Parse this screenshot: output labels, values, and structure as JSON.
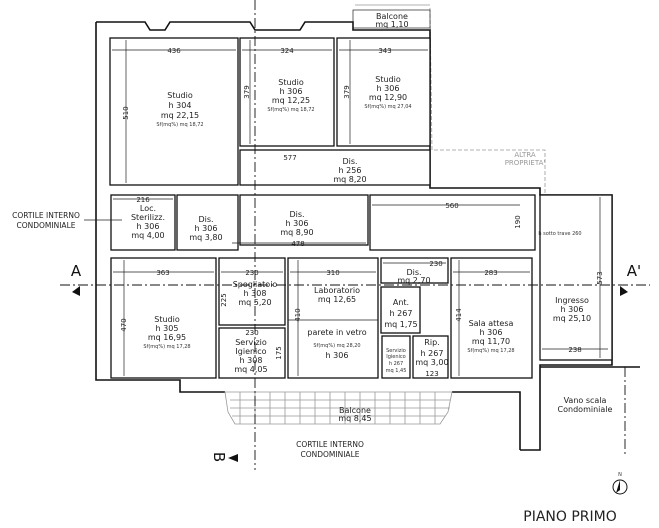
{
  "rooms": {
    "studio1": {
      "name": "Studio",
      "h": "h 304",
      "mq": "mq 22,15",
      "sf": "Sf(mq%) mq 18,72"
    },
    "studio2": {
      "name": "Studio",
      "h": "h 306",
      "mq": "mq 12,25",
      "sf": "Sf(mq%) mq 18,72"
    },
    "studio3": {
      "name": "Studio",
      "h": "h 306",
      "mq": "mq 12,90",
      "sf": "Sf(mq%) mq 27,04"
    },
    "balcone_top": {
      "name": "Balcone",
      "mq": "mq 1,10"
    },
    "dis_top": {
      "name": "Dis.",
      "h": "h 256",
      "mq": "mq 8,20"
    },
    "sterilizz": {
      "name1": "Loc.",
      "name2": "Sterilizz.",
      "h": "h 306",
      "mq": "mq 4,00"
    },
    "dis_a": {
      "name": "Dis.",
      "h": "h 306",
      "mq": "mq 3,80"
    },
    "dis_b": {
      "name": "Dis.",
      "h": "h 306",
      "mq": "mq 8,90"
    },
    "ingresso": {
      "name": "Ingresso",
      "h": "h 306",
      "mq": "mq 25,10",
      "trave": "h sotto trave 260"
    },
    "studio4": {
      "name": "Studio",
      "h": "h 305",
      "mq": "mq 16,95",
      "sf": "Sf(mq%) mq 17,28"
    },
    "spogliatoio": {
      "name": "Spogliatoio",
      "h": "h 308",
      "mq": "mq 5,20"
    },
    "servizio1": {
      "name1": "Servizio",
      "name2": "Igienico",
      "h": "h 308",
      "mq": "mq 4,05"
    },
    "laboratorio": {
      "name": "Laboratorio",
      "mq": "mq 12,65",
      "note": "parete in vetro",
      "sf": "Sf(mq%) mq 28,20",
      "h": "h 306"
    },
    "dis_c": {
      "name": "Dis.",
      "mq": "mq 2,70"
    },
    "ant": {
      "name": "Ant.",
      "h": "h 267",
      "mq": "mq 1,75"
    },
    "servizio2": {
      "name1": "Servizio",
      "name2": "Igienico",
      "h": "h 267",
      "mq": "mq 1,45"
    },
    "rip": {
      "name": "Rip.",
      "h": "h 267",
      "mq": "mq 3,00"
    },
    "sala_attesa": {
      "name": "Sala attesa",
      "h": "h 306",
      "mq": "mq 11,70",
      "sf": "Sf(mq%) mq 17,28"
    },
    "balcone_bottom": {
      "name": "Balcone",
      "mq": "mq 8,45"
    },
    "vano_scala": {
      "name1": "Vano scala",
      "name2": "Condominiale"
    }
  },
  "labels": {
    "cortile_left_1": "CORTILE INTERNO",
    "cortile_left_2": "CONDOMINIALE",
    "cortile_bottom_1": "CORTILE INTERNO",
    "cortile_bottom_2": "CONDOMINIALE",
    "altra_1": "ALTRA",
    "altra_2": "PROPRIETA'",
    "section_a": "A",
    "section_a2": "A'",
    "section_b": "B",
    "north": "N",
    "title": "PIANO PRIMO"
  },
  "dimensions": {
    "d436": "436",
    "d324": "324",
    "d343": "343",
    "d510": "510",
    "d379a": "379",
    "d379b": "379",
    "d577": "577",
    "d560": "560",
    "d216": "216",
    "d478": "478",
    "d190": "190",
    "d363": "363",
    "d230a": "230",
    "d310": "310",
    "d230b": "230",
    "d230c": "230",
    "d283": "283",
    "d238": "238",
    "d573": "573",
    "d470": "470",
    "d410": "410",
    "d414": "414",
    "d225": "225",
    "d175": "175",
    "d123": "123"
  }
}
